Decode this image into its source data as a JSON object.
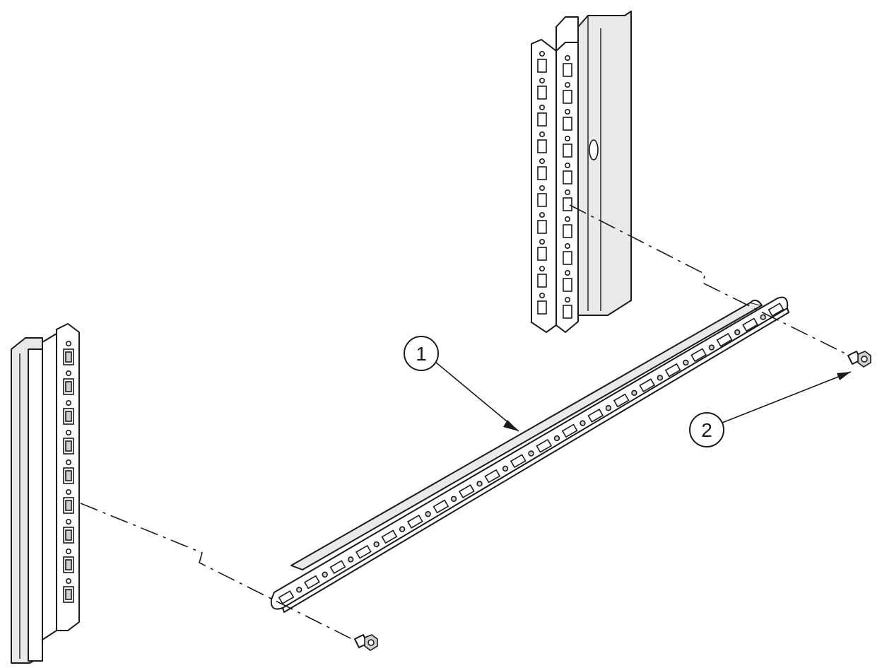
{
  "callouts": [
    {
      "id": "1",
      "label": "1"
    },
    {
      "id": "2",
      "label": "2"
    }
  ],
  "icons": {
    "part_1": "rail-bracket-icon",
    "part_2": "screw-icon",
    "left_post": "rack-post-icon",
    "right_post": "rack-post-icon"
  },
  "colors": {
    "line": "#1a1a1a",
    "background": "#ffffff"
  }
}
